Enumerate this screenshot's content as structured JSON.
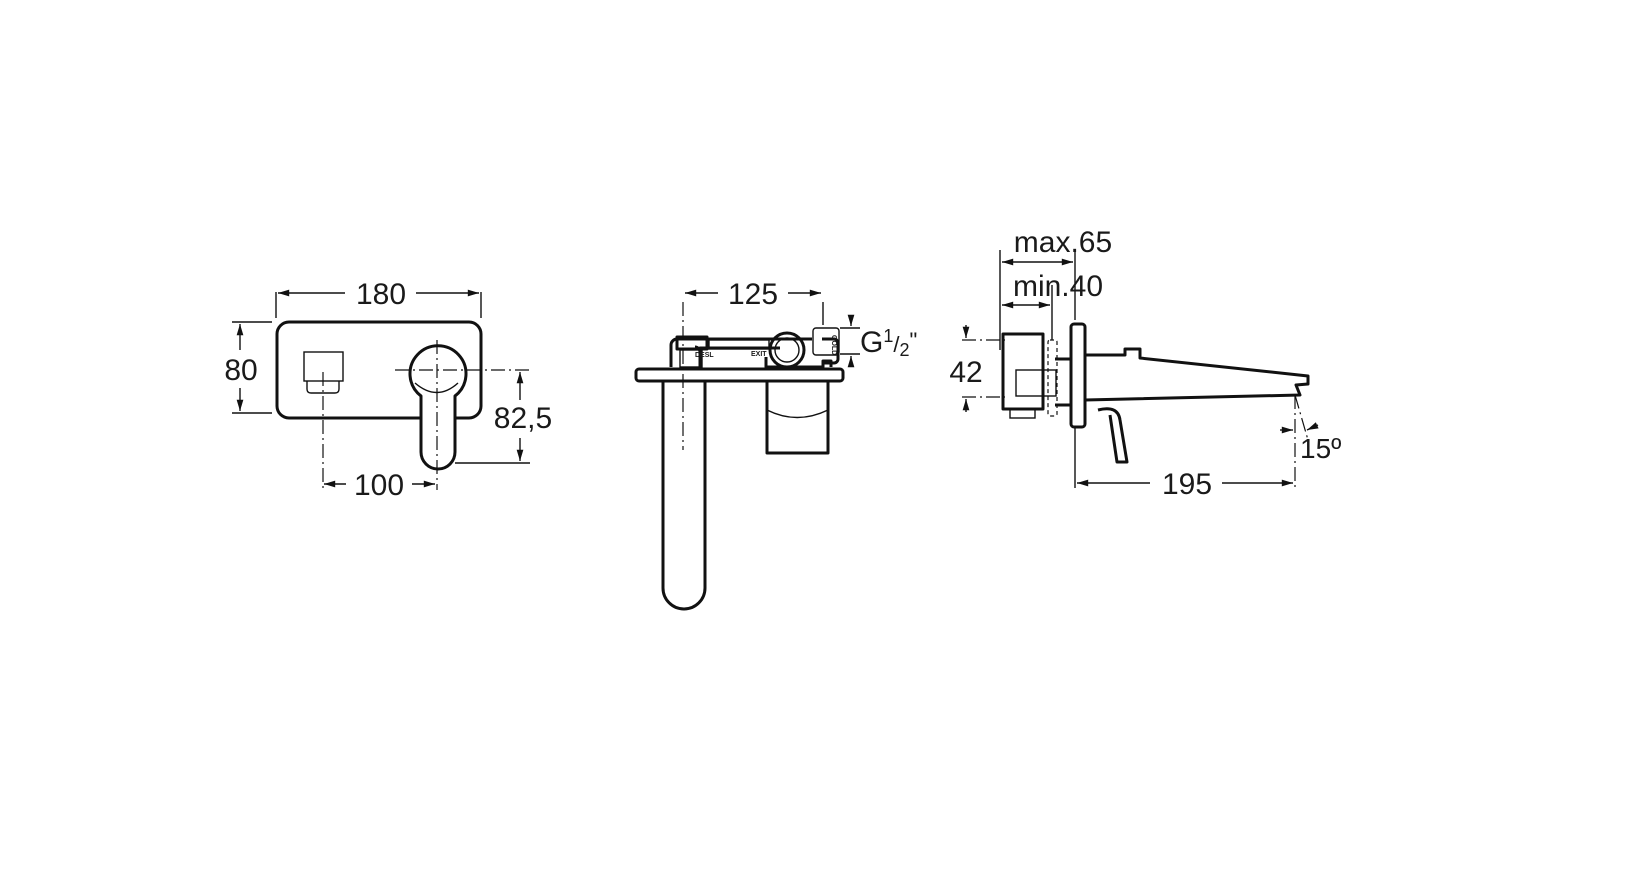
{
  "front_view": {
    "width": "180",
    "height": "80",
    "lever_drop": "82,5",
    "axis_spacing": "100"
  },
  "top_view": {
    "axis_spacing": "125",
    "thread": "G",
    "thread_num": "1",
    "thread_den": "2",
    "thread_suffix": "\"",
    "stamp_left": "DESL",
    "stamp_mid": "EXIT",
    "stamp_right": "GOLD"
  },
  "side_view": {
    "max_depth": "max.65",
    "min_depth": "min.40",
    "thread_height": "42",
    "projection": "195",
    "spout_angle": "15º"
  }
}
